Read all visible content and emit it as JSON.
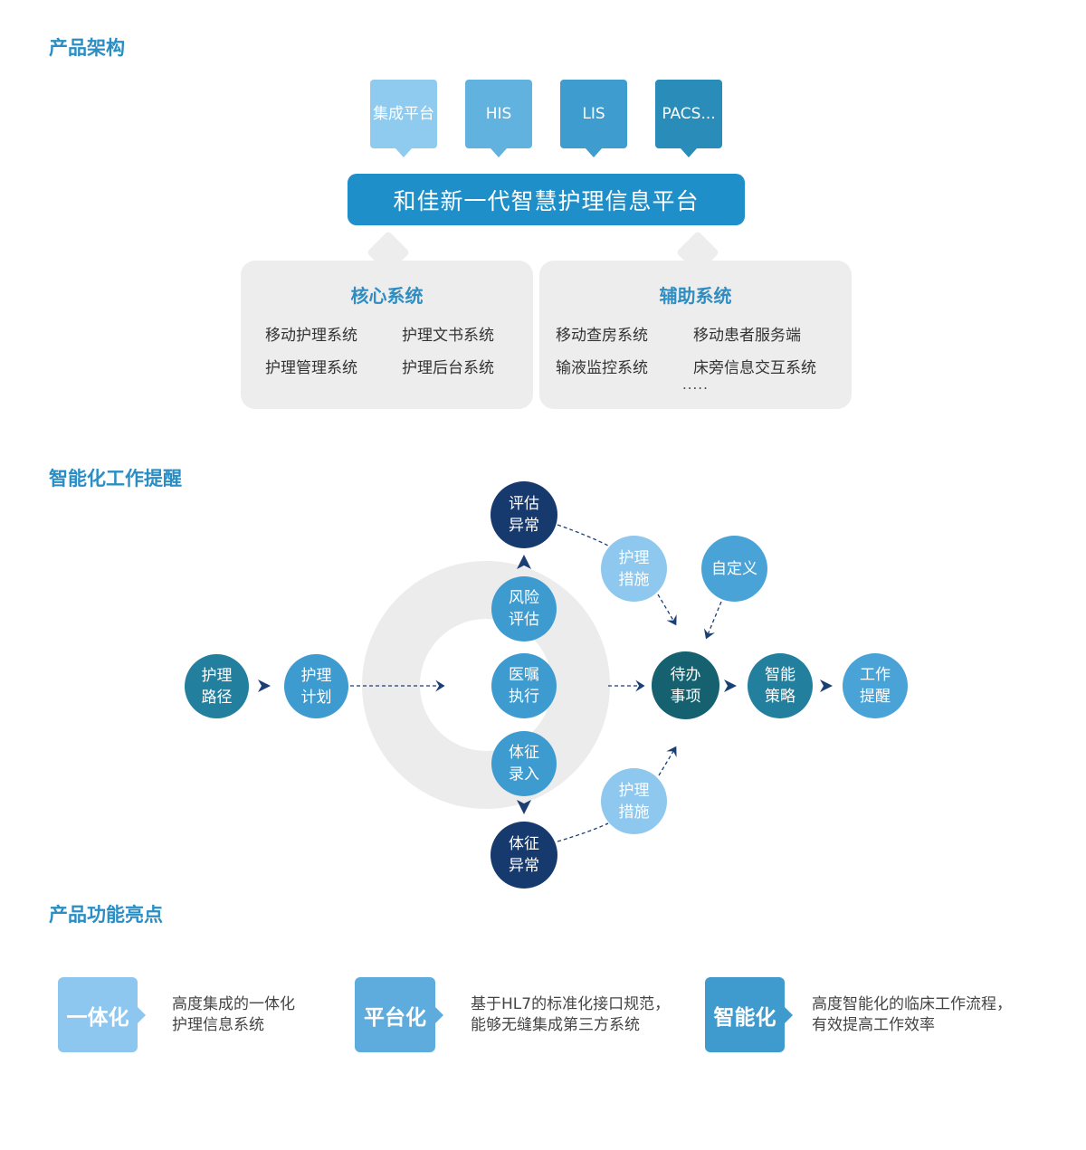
{
  "architecture": {
    "title": "产品架构",
    "feeders": [
      {
        "lines": [
          "集成",
          "平台"
        ],
        "color": "#8fcbef"
      },
      {
        "lines": [
          "HIS"
        ],
        "color": "#62b2e0"
      },
      {
        "lines": [
          "LIS"
        ],
        "color": "#3e9ccf"
      },
      {
        "lines": [
          "PACS",
          "..."
        ],
        "color": "#2a8cb8"
      }
    ],
    "platform": "和佳新一代智慧护理信息平台",
    "core": {
      "title": "核心系统",
      "items": [
        "移动护理系统",
        "护理文书系统",
        "护理管理系统",
        "护理后台系统"
      ]
    },
    "aux": {
      "title": "辅助系统",
      "items": [
        "移动查房系统",
        "移动患者服务端",
        "输液监控系统",
        "床旁信息交互系统"
      ],
      "more": "....."
    }
  },
  "reminder": {
    "title": "智能化工作提醒",
    "nodes": {
      "nursing_path": [
        "护理",
        "路径"
      ],
      "nursing_plan": [
        "护理",
        "计划"
      ],
      "assess_abnormal": [
        "评估",
        "异常"
      ],
      "risk_assess": [
        "风险",
        "评估"
      ],
      "order_exec": [
        "医嘱",
        "执行"
      ],
      "vital_entry": [
        "体征",
        "录入"
      ],
      "vital_abnormal": [
        "体征",
        "异常"
      ],
      "measures_top": [
        "护理",
        "措施"
      ],
      "measures_bottom": [
        "护理",
        "措施"
      ],
      "custom": "自定义",
      "todo": [
        "待办",
        "事项"
      ],
      "strategy": [
        "智能",
        "策略"
      ],
      "work_reminder": [
        "工作",
        "提醒"
      ]
    },
    "colors": {
      "dark_navy": "#173a6e",
      "mid_blue": "#3e9bd0",
      "light_blue": "#8ec8ee",
      "teal": "#22809e",
      "dark_teal": "#15616f",
      "ring": "#ececec"
    }
  },
  "highlights": {
    "title": "产品功能亮点",
    "items": [
      {
        "badge": "一体化",
        "color": "#8dc7ef",
        "lines": [
          "高度集成的一体化",
          "护理信息系统"
        ]
      },
      {
        "badge": "平台化",
        "color": "#5eacde",
        "lines": [
          "基于HL7的标准化接口规范，",
          "能够无缝集成第三方系统"
        ]
      },
      {
        "badge": "智能化",
        "color": "#3f9acd",
        "lines": [
          "高度智能化的临床工作流程，",
          "有效提高工作效率"
        ]
      }
    ]
  }
}
